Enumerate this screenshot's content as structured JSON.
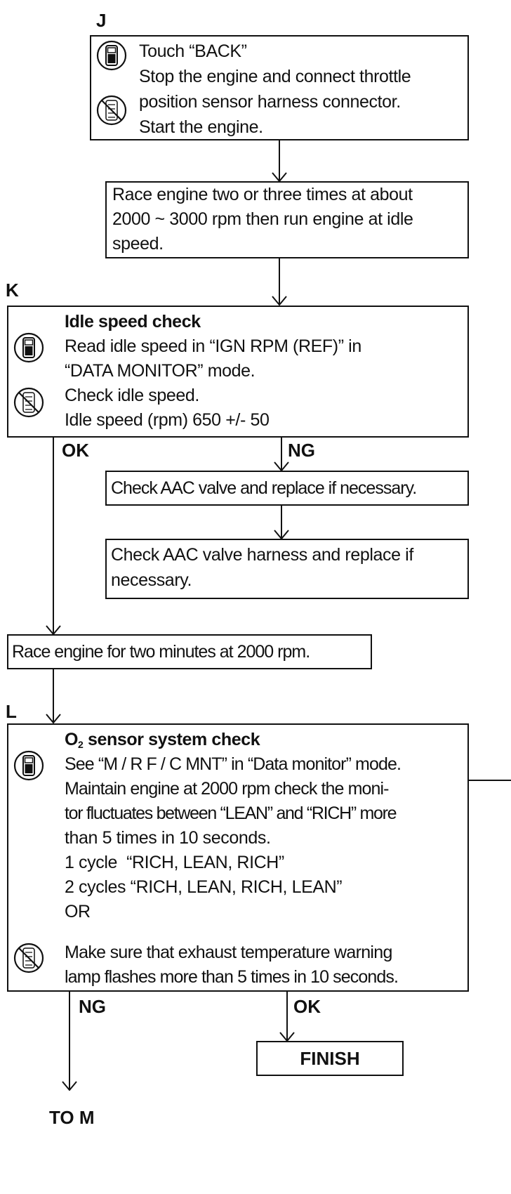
{
  "labels": {
    "j": "J",
    "k": "K",
    "l": "L"
  },
  "box_j": {
    "lines": [
      "Touch “BACK”",
      "Stop the engine and connect throttle",
      "position sensor harness connector.",
      "Start the engine."
    ]
  },
  "box_race1": {
    "lines": [
      "Race engine two or three times at about",
      "2000 ~ 3000 rpm then run engine at idle",
      "speed."
    ]
  },
  "box_k": {
    "title": "Idle speed check",
    "lines": [
      "Read idle speed in “IGN RPM (REF)” in",
      "“DATA MONITOR” mode.",
      "Check idle speed.",
      "Idle speed (rpm) 650 +/- 50"
    ]
  },
  "branch_k": {
    "ok": "OK",
    "ng": "NG"
  },
  "box_aac1": {
    "text": "Check AAC valve and replace if necessary."
  },
  "box_aac2": {
    "lines": [
      "Check AAC valve harness and replace if",
      "necessary."
    ]
  },
  "box_race2": {
    "text": "Race engine for two minutes at 2000 rpm."
  },
  "box_l": {
    "title_pre": "O",
    "title_sub": "2",
    "title_post": " sensor system check",
    "lines": [
      "See “M / R F / C MNT” in “Data monitor” mode.",
      "Maintain engine at 2000 rpm check the moni-",
      "tor fluctuates between “LEAN” and “RICH” more",
      "than 5 times in 10 seconds.",
      "1 cycle  “RICH, LEAN, RICH”",
      "2 cycles “RICH, LEAN, RICH, LEAN”",
      "OR",
      "Make sure that exhaust temperature warning",
      "lamp flashes more than 5 times in 10 seconds."
    ]
  },
  "branch_l": {
    "ng": "NG",
    "ok": "OK"
  },
  "finish": {
    "text": "FINISH"
  },
  "to_m": {
    "text": "TO M"
  },
  "icons": {
    "consult": "consult-tester-icon",
    "no_tester": "no-tester-icon"
  }
}
